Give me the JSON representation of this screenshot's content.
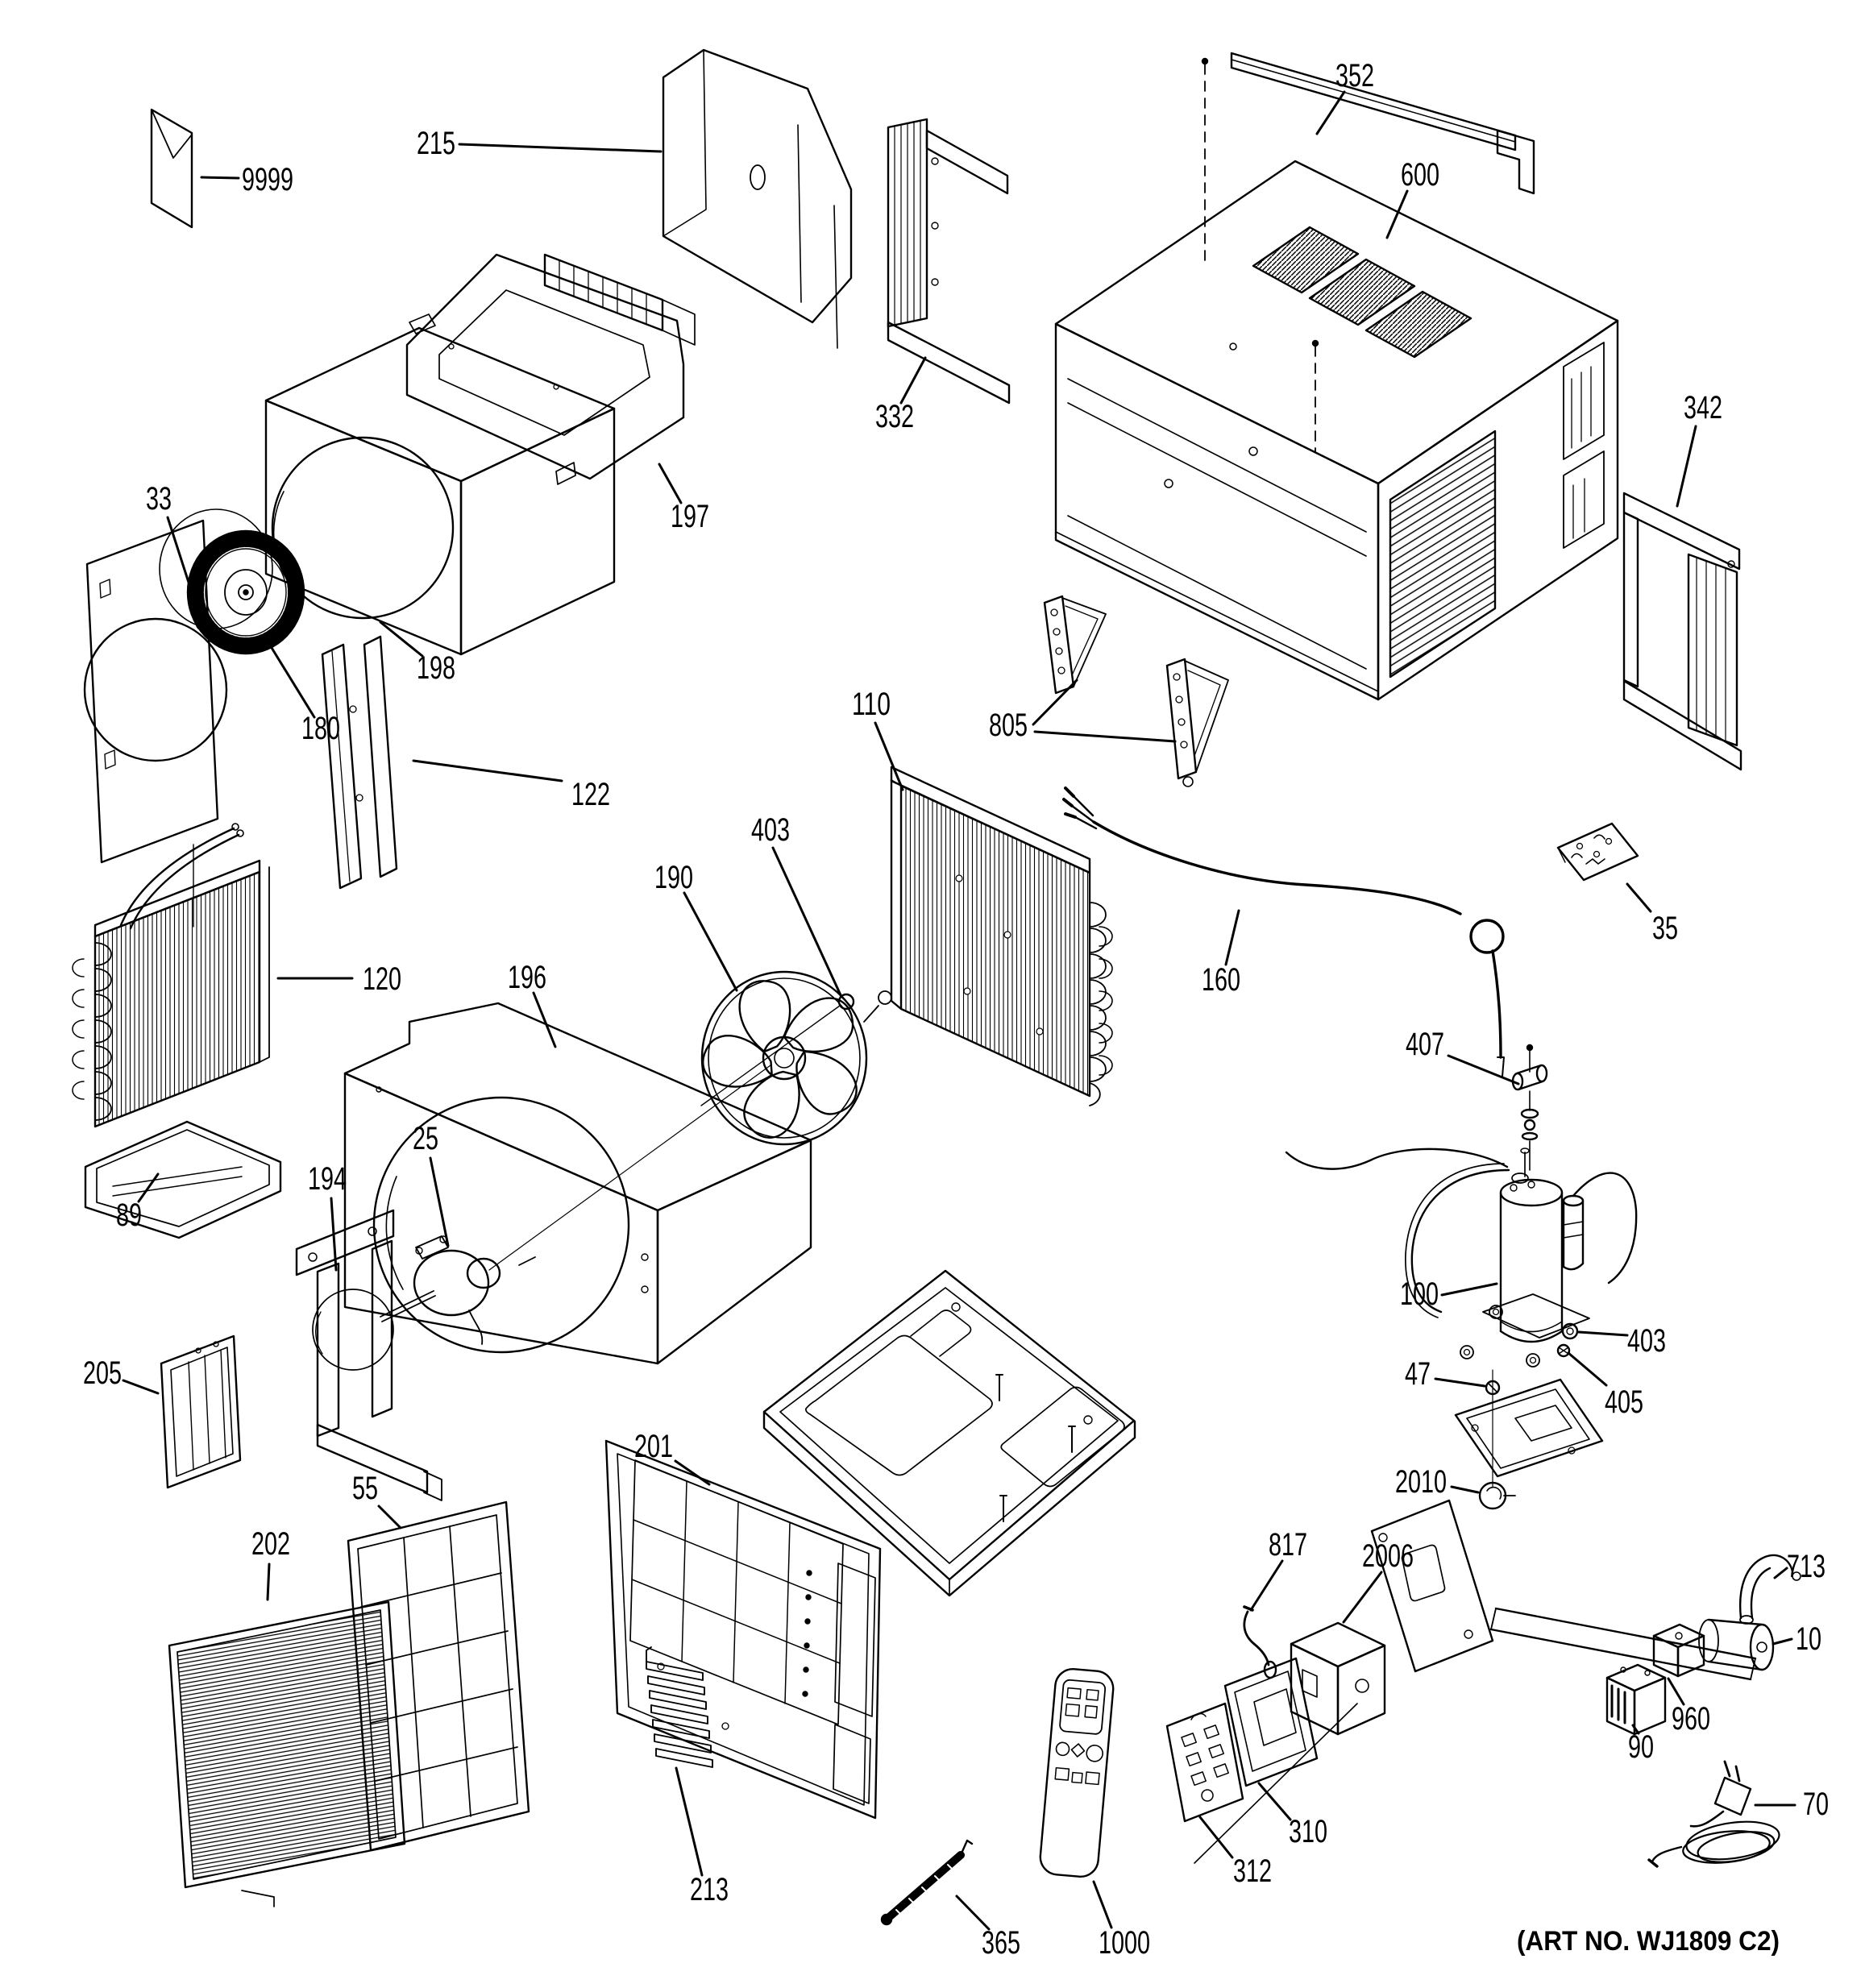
{
  "colors": {
    "ink": "#000000",
    "paper": "#ffffff"
  },
  "art_no": "(ART NO. WJ1809 C2)",
  "callouts": [
    {
      "label": "9999"
    },
    {
      "label": "215"
    },
    {
      "label": "352"
    },
    {
      "label": "600"
    },
    {
      "label": "332"
    },
    {
      "label": "342"
    },
    {
      "label": "197"
    },
    {
      "label": "198"
    },
    {
      "label": "33"
    },
    {
      "label": "180"
    },
    {
      "label": "122"
    },
    {
      "label": "110"
    },
    {
      "label": "805"
    },
    {
      "label": "160"
    },
    {
      "label": "35"
    },
    {
      "label": "120"
    },
    {
      "label": "89"
    },
    {
      "label": "190"
    },
    {
      "label": "403"
    },
    {
      "label": "196"
    },
    {
      "label": "25"
    },
    {
      "label": "194"
    },
    {
      "label": "205"
    },
    {
      "label": "202"
    },
    {
      "label": "55"
    },
    {
      "label": "201"
    },
    {
      "label": "213"
    },
    {
      "label": "407"
    },
    {
      "label": "100"
    },
    {
      "label": "403"
    },
    {
      "label": "405"
    },
    {
      "label": "47"
    },
    {
      "label": "2010"
    },
    {
      "label": "817"
    },
    {
      "label": "2006"
    },
    {
      "label": "713"
    },
    {
      "label": "10"
    },
    {
      "label": "960"
    },
    {
      "label": "90"
    },
    {
      "label": "70"
    },
    {
      "label": "310"
    },
    {
      "label": "312"
    },
    {
      "label": "1000"
    },
    {
      "label": "365"
    }
  ]
}
